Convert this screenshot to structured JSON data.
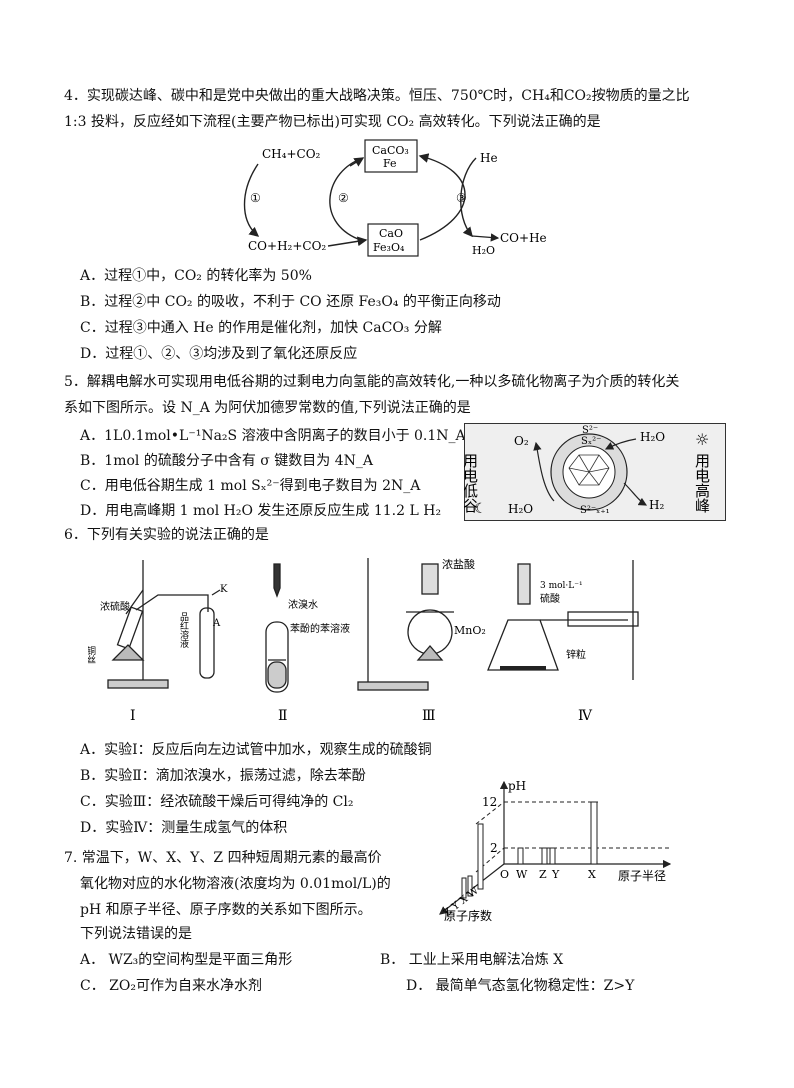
{
  "q4": {
    "line1": "4．实现碳达峰、碳中和是党中央做出的重大战略决策。恒压、750℃时，CH₄和CO₂按物质的量之比",
    "line2": "1:3 投料，反应经如下流程(主要产物已标出)可实现 CO₂ 高效转化。下列说法正确的是",
    "diagram": {
      "top_left": "CH₄+CO₂",
      "bottom_left": "CO+H₂+CO₂",
      "box_top_1": "CaCO₃",
      "box_top_2": "Fe",
      "box_bottom_1": "CaO",
      "box_bottom_2": "Fe₃O₄",
      "he_in": "He",
      "out_right": "CO+He",
      "out_water": "H₂O",
      "step1": "①",
      "step2": "②",
      "step3": "③"
    },
    "options": [
      "A．过程①中，CO₂ 的转化率为 50%",
      "B．过程②中 CO₂ 的吸收，不利于 CO 还原 Fe₃O₄ 的平衡正向移动",
      "C．过程③中通入 He 的作用是催化剂，加快 CaCO₃ 分解",
      "D．过程①、②、③均涉及到了氧化还原反应"
    ]
  },
  "q5": {
    "line1": "5．解耦电解水可实现用电低谷期的过剩电力向氢能的高效转化,一种以多硫化物离子为介质的转化关",
    "line2": "系如下图所示。设 N_A 为阿伏加德罗常数的值,下列说法正确的是",
    "options": [
      "A．1L0.1mol•L⁻¹Na₂S 溶液中含阴离子的数目小于 0.1N_A",
      "B．1mol 的硫酸分子中含有 σ 键数目为 4N_A",
      "C．用电低谷期生成 1 mol Sₓ²⁻得到电子数目为 2N_A",
      "D．用电高峰期 1 mol H₂O 发生还原反应生成 11.2 L H₂"
    ],
    "diagram": {
      "left_label": "用电低谷",
      "right_label": "用电高峰",
      "o2": "O₂",
      "h2o_top": "H₂O",
      "h2o_bottom": "H₂O",
      "h2": "H₂",
      "s_top1": "S²⁻",
      "s_top2": "Sₓ²⁻",
      "s_bottom": "S²⁻ₓ₊₁"
    }
  },
  "q6": {
    "line1": "6．下列有关实验的说法正确的是",
    "labels": {
      "conc_h2so4": "浓硫酸",
      "cu_wire": "铜丝",
      "pinhong": "品红溶液",
      "k": "K",
      "a": "A",
      "bromine": "浓溴水",
      "phenol": "苯酚的苯溶液",
      "hcl": "浓盐酸",
      "mno2": "MnO₂",
      "h2so4_conc": "3 mol·L⁻¹",
      "h2so4": "硫酸",
      "zn": "锌粒"
    },
    "roman": [
      "Ⅰ",
      "Ⅱ",
      "Ⅲ",
      "Ⅳ"
    ],
    "options": [
      "A．实验Ⅰ：反应后向左边试管中加水，观察生成的硫酸铜",
      "B．实验Ⅱ：滴加浓溴水，振荡过滤，除去苯酚",
      "C．实验Ⅲ：经浓硫酸干燥后可得纯净的 Cl₂",
      "D．实验Ⅳ：测量生成氢气的体积"
    ]
  },
  "q7": {
    "line1": "7. 常温下，W、X、Y、Z 四种短周期元素的最高价",
    "line2": "氧化物对应的水化物溶液(浓度均为 0.01mol/L)的",
    "line3": "pH 和原子半径、原子序数的关系如下图所示。",
    "line4": "下列说法错误的是",
    "options": [
      "A． WZ₃的空间构型是平面三角形",
      "B． 工业上采用电解法冶炼 X",
      "C． ZO₂可作为自来水净水剂",
      "D． 最简单气态氢化物稳定性：Z>Y"
    ],
    "graph": {
      "ph_label": "pH",
      "y12": "12",
      "y2": "2",
      "origin": "O",
      "xW": "W",
      "xZ": "Z",
      "xY": "Y",
      "xX": "X",
      "radius_label": "原子半径",
      "seq_label": "原子序数",
      "seq_letters": "Z Y X W"
    }
  }
}
